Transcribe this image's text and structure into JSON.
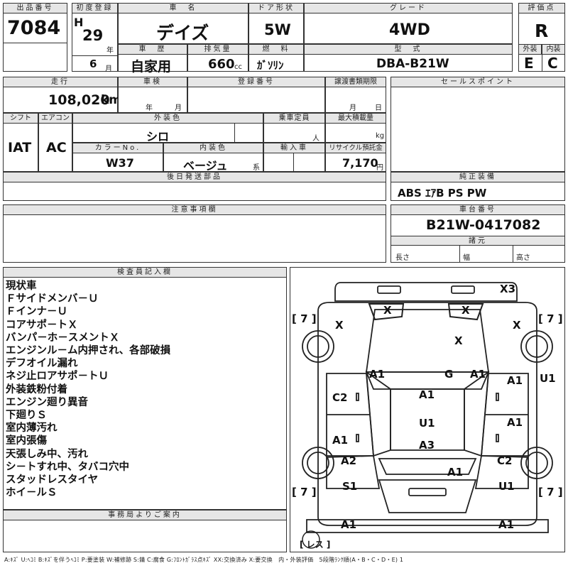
{
  "header": {
    "lot_no_label": "出品番号",
    "lot_no": "7084",
    "first_reg_label": "初度登録",
    "era_letter": "H",
    "year_num": "29",
    "year_unit": "年",
    "month_num": "6",
    "month_unit": "月",
    "car_name_label": "車　名",
    "car_name": "デイズ",
    "door_label": "ドア形状",
    "door": "5W",
    "grade_label": "グレード",
    "grade": "4WD",
    "score_label": "評価点",
    "score": "R",
    "history_label": "車　歴",
    "history": "自家用",
    "displacement_label": "排気量",
    "displacement": "660",
    "displacement_unit": "cc",
    "fuel_label": "燃　料",
    "fuel": "ｶﾞｿﾘﾝ",
    "model_label": "型　式",
    "model": "DBA-B21W",
    "exterior_label": "外装",
    "exterior": "E",
    "interior_label": "内装",
    "interior": "C"
  },
  "row2": {
    "mileage_label": "走行",
    "mileage": "108,020",
    "mileage_unit": "km",
    "inspection_label": "車検",
    "year_unit": "年",
    "month_unit": "月",
    "reg_no_label": "登録番号",
    "transfer_label": "譲渡書類期限",
    "month_unit2": "月",
    "day_unit": "日",
    "sales_point_label": "セールスポイント",
    "shift_label": "シフト",
    "shift": "IAT",
    "ac_label": "エアコン",
    "ac": "AC",
    "ext_color_label": "外装色",
    "ext_color": "シロ",
    "capacity_label": "乗車定員",
    "capacity_unit": "人",
    "max_load_label": "最大積載量",
    "max_load_unit": "kg",
    "color_no_label": "カラーNo.",
    "color_no": "W37",
    "int_color_label": "内装色",
    "int_color": "ベージュ",
    "int_color_unit": "系",
    "import_label": "輸入車",
    "recycle_label": "リサイクル預託金",
    "recycle": "7,170",
    "recycle_unit": "円",
    "later_parts_label": "後日発送部品",
    "equipment_label": "純正装備",
    "equipment": "ABS ｴｱB PS PW",
    "notes_label": "注意事項欄",
    "chassis_label": "車台番号",
    "chassis": "B21W-0417082",
    "spec_label": "諸元",
    "length_label": "長さ",
    "width_label": "幅",
    "height_label": "高さ"
  },
  "inspector": {
    "label": "検査員記入欄",
    "remarks": [
      "現状車",
      "Ｆサイドメンバ－Ｕ",
      "Ｆインナ－Ｕ",
      "コアサポ－トＸ",
      "バンパ－ホ－スメントＸ",
      "エンジンル－ム内押され、各部破損",
      "デフオイル漏れ",
      "ネジ止ロアサポ－トＵ",
      "外装鉄粉付着",
      "エンジン廻り異音",
      "下廻りＳ",
      "室内薄汚れ",
      "室内張傷",
      "天張しみ中、汚れ",
      "シ－トすれ中、タバコ穴中",
      "スタッドレスタイヤ",
      "ホイ－ルＳ"
    ]
  },
  "office": {
    "label": "事務局よりご案内"
  },
  "diagram": {
    "marks": [
      {
        "id": "front-panel",
        "text": "X3"
      },
      {
        "id": "front-light-left",
        "text": "X"
      },
      {
        "id": "front-light-right",
        "text": "X"
      },
      {
        "id": "front-fender-left",
        "text": "X"
      },
      {
        "id": "front-fender-right",
        "text": "X"
      },
      {
        "id": "hood",
        "text": "X"
      },
      {
        "id": "pillar-front-left",
        "text": "A1"
      },
      {
        "id": "windshield",
        "text": "G"
      },
      {
        "id": "pillar-front-right",
        "text": "A1"
      },
      {
        "id": "front-door-right",
        "text": "A1"
      },
      {
        "id": "front-door-right-outer",
        "text": "U1"
      },
      {
        "id": "front-door-left",
        "text": "C2"
      },
      {
        "id": "roof-front",
        "text": "A1"
      },
      {
        "id": "roof-center",
        "text": "U1"
      },
      {
        "id": "rear-door-right",
        "text": "A1"
      },
      {
        "id": "rear-door-left",
        "text": "A1"
      },
      {
        "id": "roof-rear",
        "text": "A3"
      },
      {
        "id": "rear-quarter-left",
        "text": "A2"
      },
      {
        "id": "rear-quarter-right",
        "text": "C2"
      },
      {
        "id": "rear-hatch",
        "text": "A1"
      },
      {
        "id": "side-sill-left",
        "text": "S1"
      },
      {
        "id": "side-sill-right",
        "text": "U1"
      },
      {
        "id": "rear-bumper-left",
        "text": "A1"
      },
      {
        "id": "rear-bumper-right",
        "text": "A1"
      }
    ],
    "tire_labels": [
      "[ 7 ]",
      "[ 7 ]",
      "[ 7 ]",
      "[ 7 ]"
    ],
    "spare_label": "[ レス ]"
  },
  "legend": "A:ｷｽﾞ U:ﾍｺﾐ B:ｷｽﾞを伴うﾍｺﾐ P:要塗装 W:補修跡 S:錆 C:腐食 G:ﾌﾛﾝﾄｶﾞﾗｽ点ｷｽﾞ XX:交換済み X:要交換　内・外装評価　5段階ﾗﾝｸ順(A・B・C・D・E) 1"
}
